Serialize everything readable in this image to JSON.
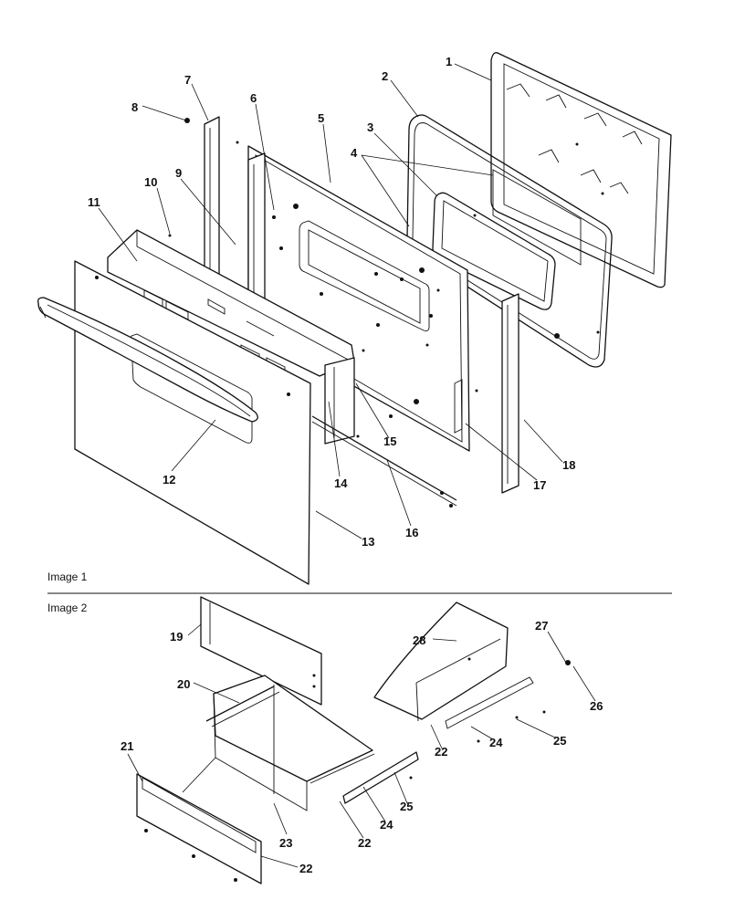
{
  "sections": {
    "image1": "Image 1",
    "image2": "Image 2"
  },
  "callouts": {
    "c1": "1",
    "c2": "2",
    "c3": "3",
    "c4": "4",
    "c5": "5",
    "c6": "6",
    "c7": "7",
    "c8": "8",
    "c9": "9",
    "c10": "10",
    "c11": "11",
    "c12": "12",
    "c13": "13",
    "c14": "14",
    "c15": "15",
    "c16": "16",
    "c17": "17",
    "c18": "18",
    "c19": "19",
    "c20": "20",
    "c21": "21",
    "c22a": "22",
    "c22b": "22",
    "c22c": "22",
    "c23": "23",
    "c24a": "24",
    "c24b": "24",
    "c25a": "25",
    "c25b": "25",
    "c26": "26",
    "c27": "27",
    "c28": "28"
  }
}
